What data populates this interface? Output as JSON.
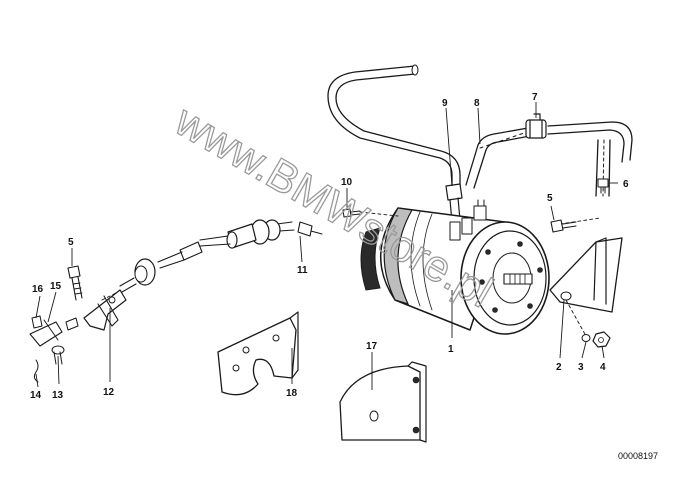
{
  "watermark": "www.BMWstore.pl",
  "diagram_code": "00008197",
  "callouts": {
    "c1": "1",
    "c2": "2",
    "c3": "3",
    "c4": "4",
    "c5a": "5",
    "c5b": "5",
    "c6": "6",
    "c7": "7",
    "c8": "8",
    "c9": "9",
    "c10": "10",
    "c11": "11",
    "c12": "12",
    "c13": "13",
    "c14": "14",
    "c15": "15",
    "c16": "16",
    "c17": "17",
    "c18": "18"
  }
}
